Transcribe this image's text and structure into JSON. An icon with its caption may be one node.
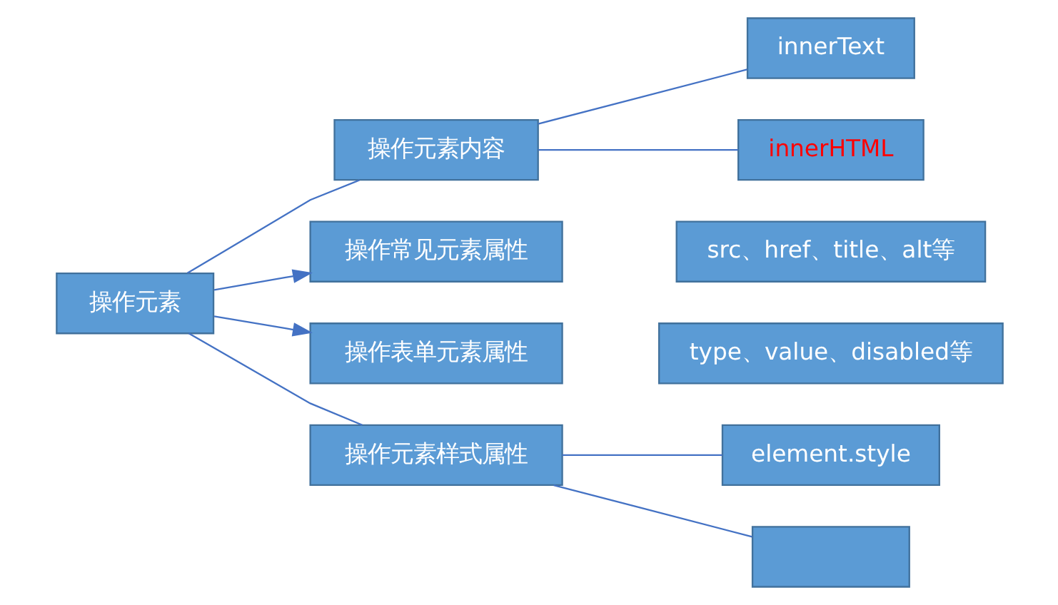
{
  "diagram": {
    "nodes": [
      {
        "text": [
          "操作元素"
        ]
      },
      {
        "text": [
          "操作元素内容"
        ]
      },
      {
        "text": [
          "innerText"
        ]
      },
      {
        "text": [
          "innerHTML"
        ]
      },
      {
        "text": [
          "操作常见元素属性"
        ]
      },
      {
        "text": [
          "src、href、title、alt等"
        ]
      },
      {
        "text": [
          "操作表单元素属性"
        ]
      },
      {
        "text": [
          "type、value、disabled等"
        ]
      },
      {
        "text": [
          "操作元素样式属性"
        ]
      },
      {
        "text": [
          "element.style"
        ]
      },
      {
        "text": [],
        "shape": "box"
      }
    ],
    "edges": [
      {
        "from": 0,
        "to": 1,
        "arrow": "none"
      },
      {
        "from": 0,
        "to": 4,
        "arrow": "to"
      },
      {
        "from": 0,
        "to": 6,
        "arrow": "to"
      },
      {
        "from": 0,
        "to": 8,
        "arrow": "none"
      },
      {
        "from": 1,
        "to": 2,
        "arrow": "none"
      },
      {
        "from": 1,
        "to": 3,
        "arrow": "none"
      },
      {
        "from": 8,
        "to": 9,
        "arrow": "none"
      },
      {
        "from": 8,
        "to": 10,
        "arrow": "none"
      }
    ]
  }
}
